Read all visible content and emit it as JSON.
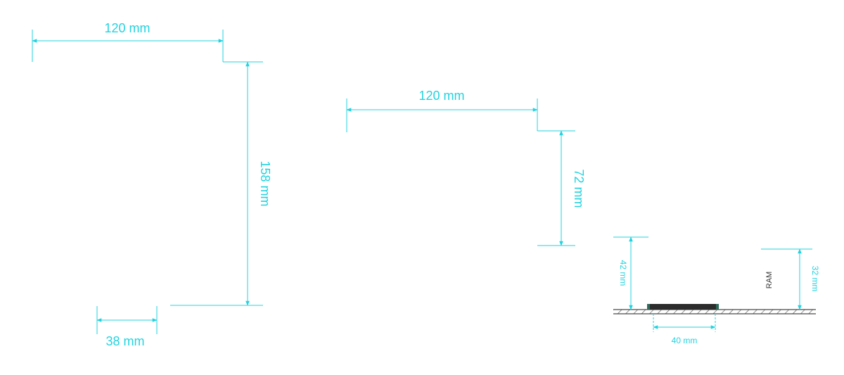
{
  "colors": {
    "dimension": "#22d3df",
    "ground": "#4a4a4a",
    "board": "#2c2c2c",
    "text_dark": "#333333",
    "board_accent": "#2e6b5a"
  },
  "dimensions": {
    "a_width": "120 mm",
    "a_height": "158 mm",
    "a_small": "38 mm",
    "b_width": "120 mm",
    "b_height": "72 mm",
    "c_left_height": "42 mm",
    "c_right_height": "32 mm",
    "c_width": "40 mm"
  },
  "labels": {
    "ram": "RAM"
  }
}
